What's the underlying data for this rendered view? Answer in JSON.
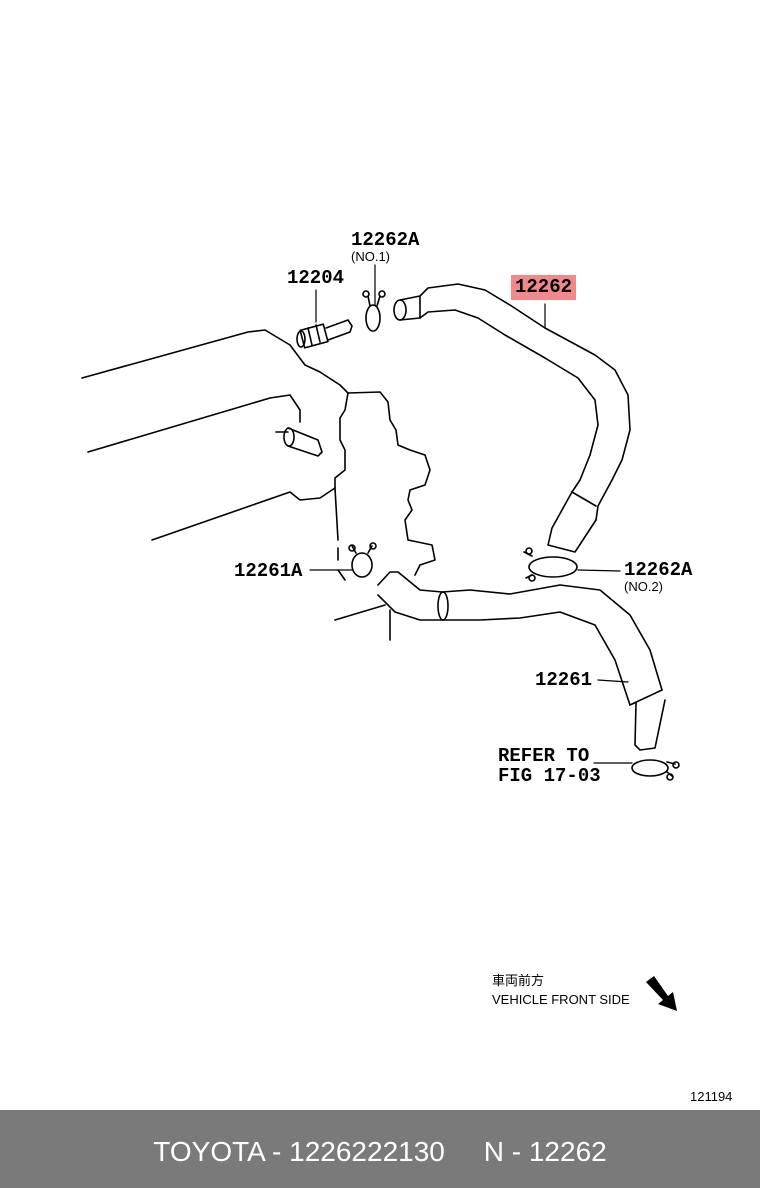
{
  "diagram": {
    "parts": {
      "p12262A_no1": "12262A",
      "p12262A_no1_sub": "(NO.1)",
      "p12204": "12204",
      "p12262": "12262",
      "p12261A": "12261A",
      "p12262A_no2": "12262A",
      "p12262A_no2_sub": "(NO.2)",
      "p12261": "12261"
    },
    "refer_line1": "REFER TO",
    "refer_line2": "FIG 17-03",
    "direction_jp": "車両前方",
    "direction_en": "VEHICLE FRONT SIDE",
    "figure_id": "121194",
    "highlight_color": "#f08a8a"
  },
  "footer": {
    "text": "TOYOTA - 1226222130     N - 12262",
    "bg_color": "#7a7a7a"
  }
}
